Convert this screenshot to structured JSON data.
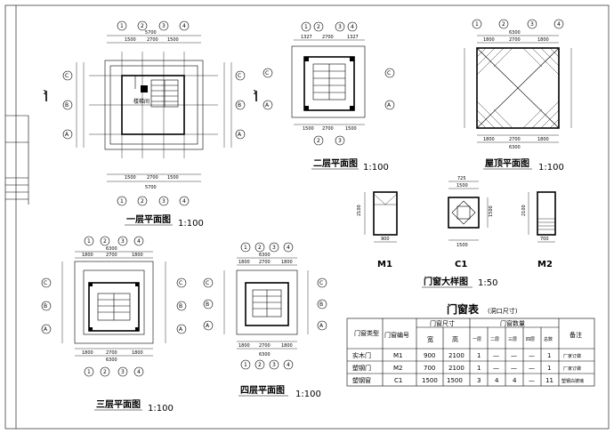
{
  "sheet": {
    "plan1": {
      "title": "一层平面图",
      "scale": "1:100",
      "room": "楼梯间",
      "dims_top": [
        "5700",
        "1500",
        "2700",
        "1500"
      ],
      "dims_bottom": [
        "5700",
        "1500",
        "2700",
        "1500"
      ],
      "axis_rows": [
        "C",
        "B",
        "A"
      ],
      "axis_cols": [
        "1",
        "2",
        "3",
        "4"
      ],
      "section_mark": "1"
    },
    "plan2": {
      "title": "二层平面图",
      "scale": "1:100",
      "dims_top": [
        "1327",
        "2700",
        "1327"
      ],
      "dims_bottom": [
        "1500",
        "2700",
        "1500"
      ],
      "axis_rows": [
        "C",
        "A"
      ],
      "axis_cols": [
        "1",
        "2",
        "3",
        "4"
      ]
    },
    "plan_roof": {
      "title": "屋顶平面图",
      "scale": "1:100",
      "dims_top": [
        "6300",
        "1800",
        "2700",
        "1800"
      ],
      "dims_bottom": [
        "6300",
        "1800",
        "2700",
        "1800"
      ],
      "axis_cols": [
        "1",
        "2",
        "3",
        "4"
      ]
    },
    "plan3": {
      "title": "三层平面图",
      "scale": "1:100",
      "dims_top": [
        "6300",
        "1800",
        "2700",
        "1800"
      ],
      "dims_bottom": [
        "6300",
        "1800",
        "2700",
        "1800"
      ],
      "axis_rows": [
        "C",
        "B",
        "A"
      ],
      "axis_cols": [
        "1",
        "2",
        "3",
        "4"
      ]
    },
    "plan4": {
      "title": "四层平面图",
      "scale": "1:100",
      "dims_top": [
        "6300",
        "1800",
        "2700",
        "1800"
      ],
      "dims_bottom": [
        "6300",
        "1800",
        "2700",
        "1800"
      ],
      "axis_rows": [
        "C",
        "B",
        "A"
      ],
      "axis_cols": [
        "1",
        "2",
        "3",
        "4"
      ]
    },
    "details": {
      "title": "门窗大样图",
      "scale": "1:50",
      "m1": {
        "label": "M1",
        "w": "900",
        "h": "2100"
      },
      "c1": {
        "label": "C1",
        "w": "1500",
        "h": "1500",
        "sub": "725"
      },
      "m2": {
        "label": "M2",
        "w": "700",
        "h": "2100"
      }
    }
  },
  "table": {
    "title": "门窗表",
    "note": "(洞口尺寸)",
    "h_type": "门窗类型",
    "h_code": "门窗编号",
    "h_size": "门窗尺寸",
    "h_width": "宽",
    "h_height": "高",
    "h_qty": "门窗数量",
    "h_floors": [
      "一层",
      "二层",
      "三层",
      "四层",
      "总数"
    ],
    "h_note": "备注",
    "rows": [
      {
        "type": "实木门",
        "code": "M1",
        "w": "900",
        "h": "2100",
        "q": [
          "1",
          "—",
          "—",
          "—",
          "1"
        ],
        "note": "厂家订做"
      },
      {
        "type": "塑钢门",
        "code": "M2",
        "w": "700",
        "h": "2100",
        "q": [
          "1",
          "—",
          "—",
          "—",
          "1"
        ],
        "note": "厂家订做"
      },
      {
        "type": "塑钢窗",
        "code": "C1",
        "w": "1500",
        "h": "1500",
        "q": [
          "3",
          "4",
          "4",
          "—",
          "11"
        ],
        "note": "塑钢白玻璃"
      }
    ]
  }
}
